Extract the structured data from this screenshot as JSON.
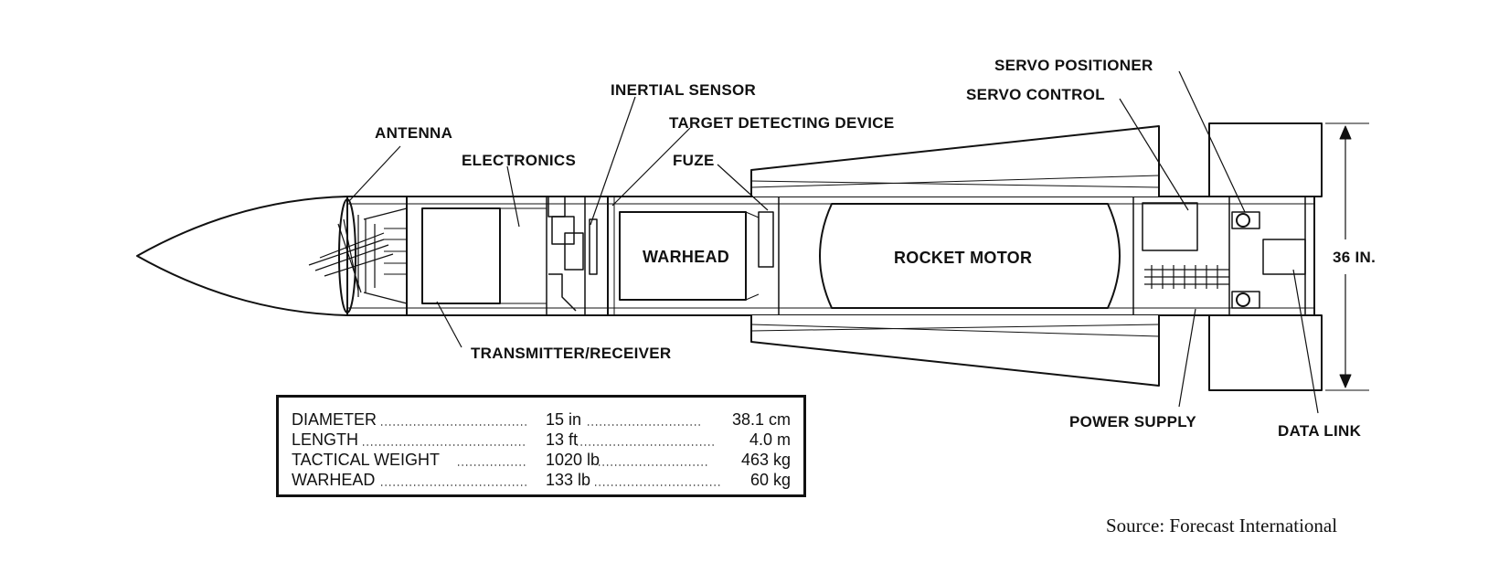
{
  "labels": {
    "antenna": "ANTENNA",
    "electronics": "ELECTRONICS",
    "inertial_sensor": "INERTIAL SENSOR",
    "target_detecting_device": "TARGET DETECTING DEVICE",
    "fuze": "FUZE",
    "warhead": "WARHEAD",
    "rocket_motor": "ROCKET MOTOR",
    "servo_positioner": "SERVO POSITIONER",
    "servo_control": "SERVO CONTROL",
    "transmitter_receiver": "TRANSMITTER/RECEIVER",
    "power_supply": "POWER SUPPLY",
    "data_link": "DATA LINK",
    "dimension_36": "36 IN."
  },
  "specs": [
    {
      "name": "DIAMETER",
      "imperial": "15 in",
      "metric": "38.1 cm"
    },
    {
      "name": "LENGTH",
      "imperial": "13 ft",
      "metric": "4.0 m"
    },
    {
      "name": "TACTICAL WEIGHT",
      "imperial": "1020 lb",
      "metric": "463 kg"
    },
    {
      "name": "WARHEAD",
      "imperial": "133 lb",
      "metric": "60 kg"
    }
  ],
  "source": "Source:  Forecast International"
}
